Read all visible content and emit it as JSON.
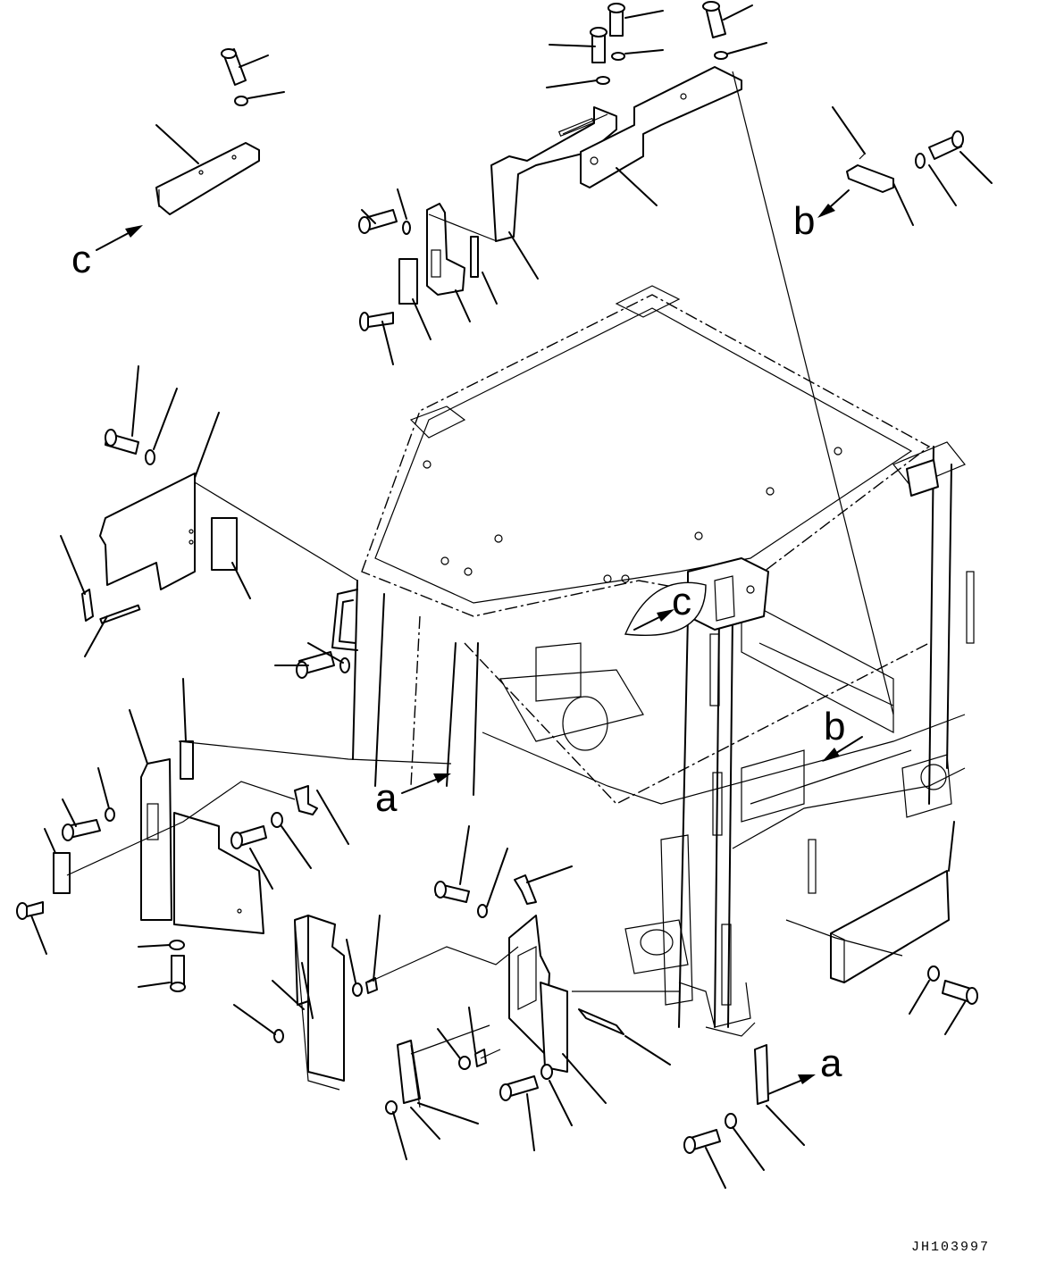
{
  "view_labels": {
    "a": "a",
    "b": "b",
    "c": "c"
  },
  "drawing_code": "JH103997"
}
